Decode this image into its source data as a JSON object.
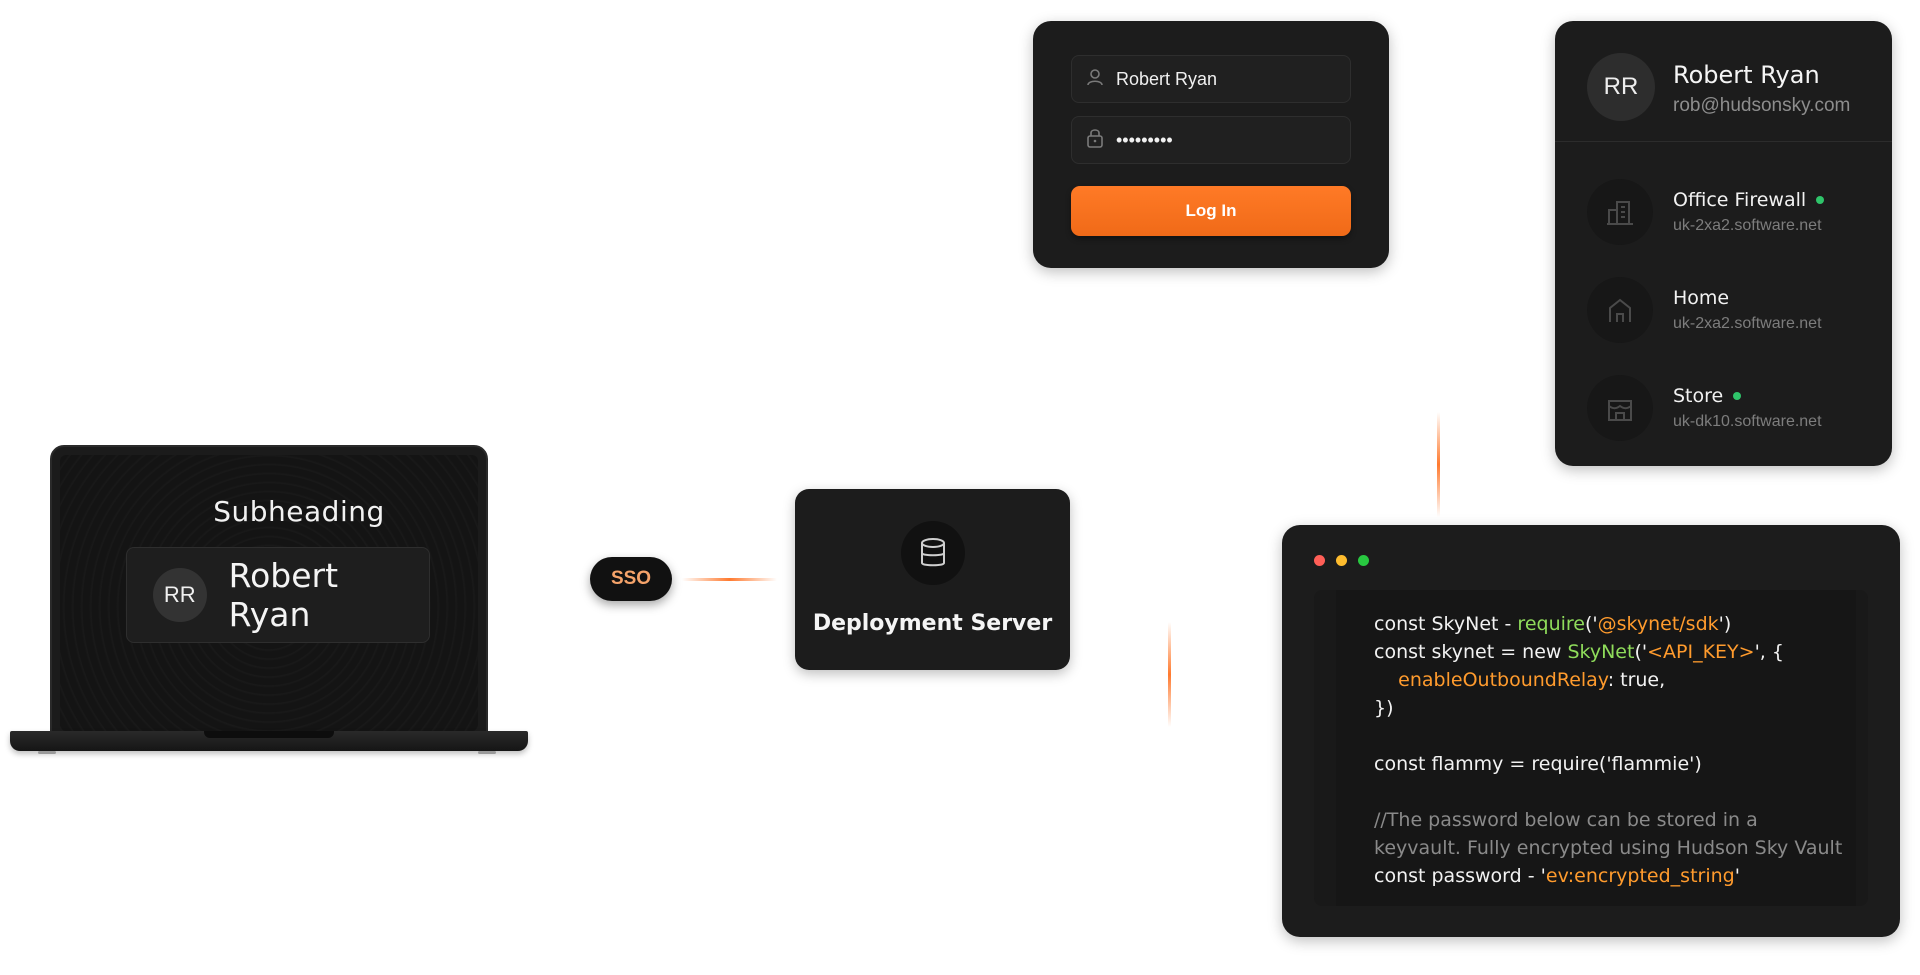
{
  "laptop": {
    "subheading": "Subheading",
    "avatar_initials": "RR",
    "user_name": "Robert Ryan"
  },
  "sso": {
    "label": "SSO"
  },
  "server": {
    "label": "Deployment Server"
  },
  "login": {
    "username_value": "Robert Ryan",
    "password_value": "•••••••••",
    "button_label": "Log In"
  },
  "profile": {
    "avatar_initials": "RR",
    "name": "Robert Ryan",
    "email": "rob@hudsonsky.com",
    "sites": [
      {
        "name": "Office Firewall",
        "host": "uk-2xa2.software.net",
        "online": true,
        "icon": "building-icon"
      },
      {
        "name": "Home",
        "host": "uk-2xa2.software.net",
        "online": false,
        "icon": "house-icon"
      },
      {
        "name": "Store",
        "host": "uk-dk10.software.net",
        "online": true,
        "icon": "store-icon"
      }
    ]
  },
  "code": {
    "l1_a": "const SkyNet - ",
    "l1_b": "require",
    "l1_c": "('",
    "l1_d": "@skynet/sdk",
    "l1_e": "')",
    "l2_a": "const skynet = new ",
    "l2_b": "SkyNet",
    "l2_c": "('",
    "l2_d": "<API_KEY>",
    "l2_e": "', {",
    "l3_a": "enableOutboundRelay",
    "l3_b": ": true,",
    "l4": "})",
    "l6": "const flammy = require('flammie')",
    "l8": "//The password below can be stored in a",
    "l9": "keyvault. Fully encrypted using Hudson Sky Vault",
    "l10_a": "const password - '",
    "l10_b": "ev:encrypted_string",
    "l10_c": "'"
  },
  "colors": {
    "accent": "#ff7a26",
    "online": "#2fc46a",
    "code_green": "#8fdc5b",
    "code_orange": "#ff9b2d",
    "close": "#ff5f57",
    "minimize": "#febc2e",
    "maximize": "#28c840"
  }
}
